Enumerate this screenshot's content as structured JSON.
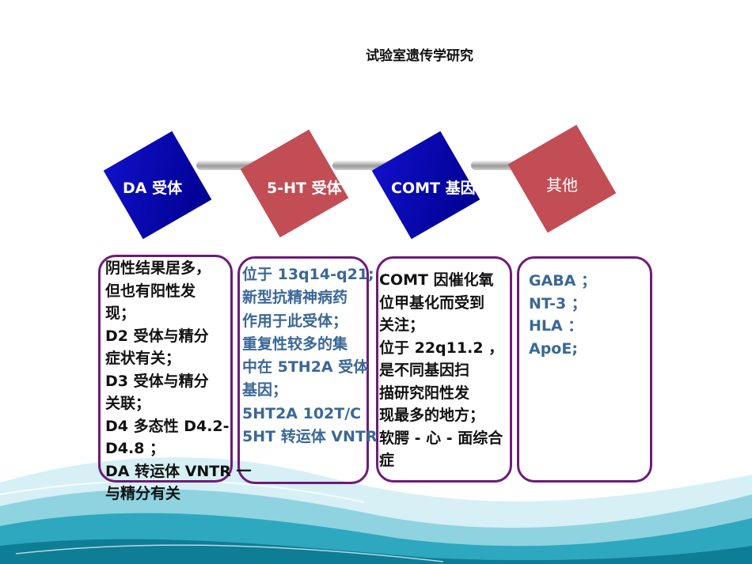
{
  "slide": {
    "title": "试验室遗传学研究",
    "categories": [
      {
        "label": "DA 受体",
        "color": "#0a0ab0"
      },
      {
        "label": "5-HT 受体",
        "color": "#c24d55"
      },
      {
        "label": "COMT 基因",
        "color": "#0a0ab0"
      },
      {
        "label": "其他",
        "color": "#c24d55"
      }
    ],
    "columns": [
      {
        "text_color": "#111111",
        "lines": [
          "阴性结果居多，",
          "但也有阳性发",
          "现；",
          "D2 受体与精分",
          "症状有关；",
          "D3 受体与精分",
          "关联；",
          "D4 多态性 D4.2-",
          "D4.8 ；",
          "DA 转运体 VNTR 一",
          "与精分有关"
        ]
      },
      {
        "text_color": "#3a6797",
        "lines": [
          "位于 13q14-q21;",
          "新型抗精神病药",
          "作用于此受体；",
          "重复性较多的集",
          "中在 5TH2A 受体",
          "基因；",
          "5HT2A 102T/C",
          "5HT 转运体 VNTR"
        ]
      },
      {
        "text_color": "#111111",
        "lines": [
          "COMT 因催化氧",
          "位甲基化而受到",
          "关注；",
          "位于 22q11.2 ，",
          "是不同基因扫",
          "描研究阳性发",
          "现最多的地方；",
          "软腭 - 心 - 面综合",
          "症"
        ]
      },
      {
        "text_color": "#3a6797",
        "lines": [
          "GABA ；",
          "NT-3 ；",
          "HLA ：",
          "ApoE;"
        ]
      }
    ],
    "colors": {
      "box_border": "#6f1a7a",
      "wave_dark": "#0e8aa3",
      "wave_light": "#8fd3e0"
    }
  }
}
